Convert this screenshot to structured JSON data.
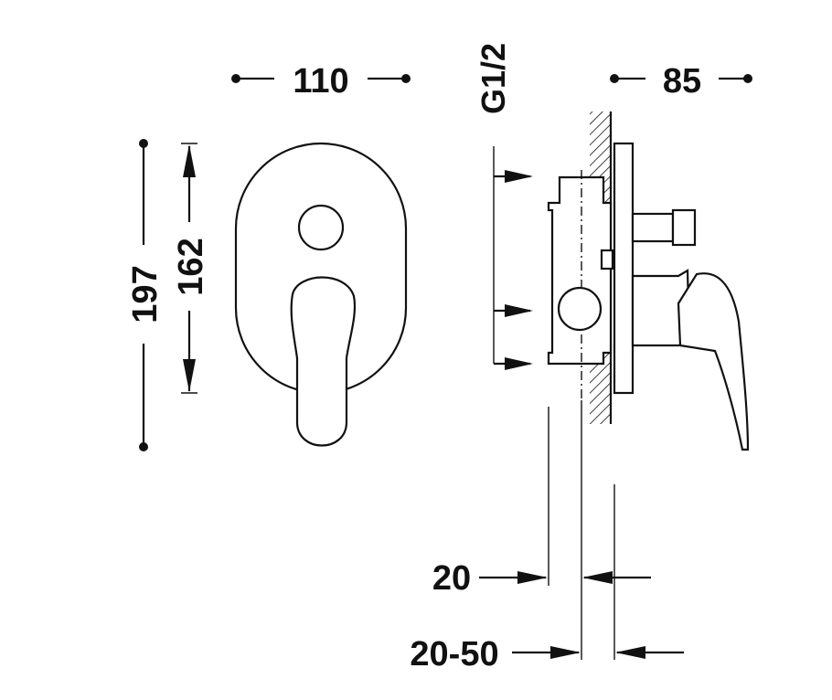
{
  "dimensions": {
    "front_width": "110",
    "side_depth": "85",
    "thread": "G1/2",
    "total_height": "197",
    "plate_height": "162",
    "wall_min": "20",
    "wall_range": "20-50"
  }
}
